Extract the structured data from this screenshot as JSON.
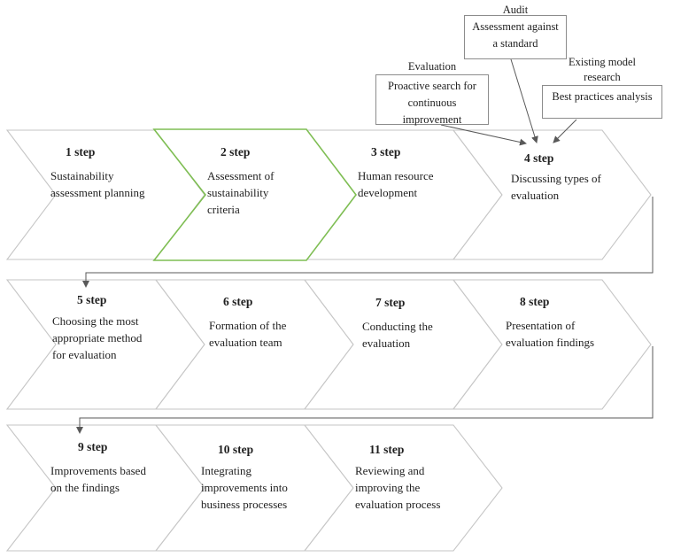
{
  "diagram": {
    "callouts": [
      {
        "label": "Audit",
        "body": [
          "Assessment  against",
          "a standard"
        ]
      },
      {
        "label": "Evaluation",
        "body": [
          "Proactive search for",
          "continuous",
          "improvement"
        ]
      },
      {
        "label": [
          "Existing model",
          "research"
        ],
        "body": [
          "Best practices analysis"
        ]
      }
    ],
    "steps": [
      {
        "label": "1 step",
        "text": [
          "Sustainability",
          "assessment planning"
        ],
        "highlighted": false
      },
      {
        "label": "2 step",
        "text": [
          "Assessment of",
          "sustainability",
          "criteria"
        ],
        "highlighted": true
      },
      {
        "label": "3 step",
        "text": [
          "Human resource",
          "development"
        ],
        "highlighted": false
      },
      {
        "label": "4 step",
        "text": [
          "Discussing types of",
          "evaluation"
        ],
        "highlighted": false
      },
      {
        "label": "5 step",
        "text": [
          "Choosing the most",
          "appropriate method",
          "for evaluation"
        ],
        "highlighted": false
      },
      {
        "label": "6 step",
        "text": [
          "Formation of the",
          "evaluation team"
        ],
        "highlighted": false
      },
      {
        "label": "7 step",
        "text": [
          "Conducting the",
          "evaluation"
        ],
        "highlighted": false
      },
      {
        "label": "8 step",
        "text": [
          "Presentation of",
          "evaluation findings"
        ],
        "highlighted": false
      },
      {
        "label": "9 step",
        "text": [
          "Improvements based",
          "on the findings"
        ],
        "highlighted": false
      },
      {
        "label": "10 step",
        "text": [
          "Integrating",
          "improvements into",
          "business processes"
        ],
        "highlighted": false
      },
      {
        "label": "11 step",
        "text": [
          "Reviewing and",
          "improving the",
          "evaluation process"
        ],
        "highlighted": false
      }
    ]
  },
  "colors": {
    "arrow_outline": "#c6c6c6",
    "highlight": "#7fbe54",
    "connector": "#595959",
    "box_border": "#8c8c8c",
    "text": "#1f1f1f"
  }
}
